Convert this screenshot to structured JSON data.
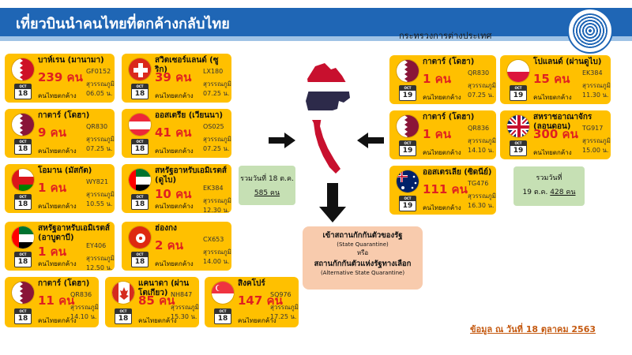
{
  "header": {
    "title": "เที่ยวบินนำคนไทยที่ตกค้างกลับไทย",
    "ministry": "กระทรวงการต่างประเทศ"
  },
  "calendar": {
    "month": "OCT"
  },
  "label_people": "คนไทยตกค้าง",
  "cards": [
    {
      "country": "บาห์เรน (มานามา)",
      "count": "239 คน",
      "flight": "GF0152",
      "airport": "สุวรรณภูมิ",
      "time": "06.05 น.",
      "day": "18",
      "flag": "bahrain-flag"
    },
    {
      "country": "สวิตเซอร์แลนด์ (ซูริก)",
      "count": "39 คน",
      "flight": "LX180",
      "airport": "สุวรรณภูมิ",
      "time": "07.25 น.",
      "day": "18",
      "flag": "switzerland-flag"
    },
    {
      "country": "กาตาร์ (โดฮา)",
      "count": "9 คน",
      "flight": "QR830",
      "airport": "สุวรรณภูมิ",
      "time": "07.25 น.",
      "day": "18",
      "flag": "qatar-flag"
    },
    {
      "country": "ออสเตรีย (เวียนนา)",
      "count": "41 คน",
      "flight": "OS025",
      "airport": "สุวรรณภูมิ",
      "time": "07.25 น.",
      "day": "18",
      "flag": "austria-flag"
    },
    {
      "country": "โอมาน (มัสกัต)",
      "count": "1 คน",
      "flight": "WY821",
      "airport": "สุวรรณภูมิ",
      "time": "10.55 น.",
      "day": "18",
      "flag": "oman-flag"
    },
    {
      "country": "สหรัฐอาหรับเอมิเรตส์ (ดูไบ)",
      "count": "10 คน",
      "flight": "EK384",
      "airport": "สุวรรณภูมิ",
      "time": "12.30 น.",
      "day": "18",
      "flag": "uae-flag"
    },
    {
      "country": "สหรัฐอาหรับเอมิเรตส์ (อาบูดาบี)",
      "count": "1 คน",
      "flight": "EY406",
      "airport": "สุวรรณภูมิ",
      "time": "12.50 น.",
      "day": "18",
      "flag": "uae-flag"
    },
    {
      "country": "ฮ่องกง",
      "count": "2 คน",
      "flight": "CX653",
      "airport": "สุวรรณภูมิ",
      "time": "14.00 น.",
      "day": "18",
      "flag": "hongkong-flag"
    },
    {
      "country": "กาตาร์ (โดฮา)",
      "count": "11 คน",
      "flight": "QR836",
      "airport": "สุวรรณภูมิ",
      "time": "14.10 น.",
      "day": "18",
      "flag": "qatar-flag"
    },
    {
      "country": "แคนาดา (ผ่านโตเกียว)",
      "count": "85 คน",
      "flight": "NH847",
      "airport": "สุวรรณภูมิ",
      "time": "15.30 น.",
      "day": "18",
      "flag": "canada-flag"
    },
    {
      "country": "สิงคโปร์",
      "count": "147 คน",
      "flight": "SQ976",
      "airport": "สุวรรณภูมิ",
      "time": "17.25 น.",
      "day": "18",
      "flag": "singapore-flag"
    },
    {
      "country": "กาตาร์ (โดฮา)",
      "count": "1 คน",
      "flight": "QR830",
      "airport": "สุวรรณภูมิ",
      "time": "07.25 น.",
      "day": "19",
      "flag": "qatar-flag"
    },
    {
      "country": "โปแลนด์ (ผ่านดูไบ)",
      "count": "15 คน",
      "flight": "EK384",
      "airport": "สุวรรณภูมิ",
      "time": "11.30 น.",
      "day": "19",
      "flag": "poland-flag"
    },
    {
      "country": "กาตาร์ (โดฮา)",
      "count": "1 คน",
      "flight": "QR836",
      "airport": "สุวรรณภูมิ",
      "time": "14.10 น.",
      "day": "19",
      "flag": "qatar-flag"
    },
    {
      "country": "สหราชอาณาจักร (ลอนดอน)",
      "count": "300 คน",
      "flight": "TG917",
      "airport": "สุวรรณภูมิ",
      "time": "15.00 น.",
      "day": "19",
      "flag": "uk-flag"
    },
    {
      "country": "ออสเตรเลีย (ซิดนีย์)",
      "count": "111 คน",
      "flight": "TG476",
      "airport": "สุวรรณภูมิ",
      "time": "16.30 น.",
      "day": "19",
      "flag": "australia-flag"
    }
  ],
  "totals": {
    "day18": {
      "line1": "รวมวันที่ 18 ต.ค.",
      "line2": "585 คน"
    },
    "day19_line1": "รวมวันที่",
    "day19_line2_prefix": "19 ต.ค.",
    "day19_line2_count": "428 คน"
  },
  "quarantine": {
    "line1": "เข้าสถานกักกันตัวของรัฐ",
    "line2": "(State Quarantine)",
    "line3": "หรือ",
    "line4": "สถานกักกันตัวแห่งรัฐทางเลือก",
    "line5": "(Alternative State Quarantine)"
  },
  "footer": "ข้อมูล ณ วันที่ 18 ตุลาคม 2563",
  "colors": {
    "header": "#1f66b5",
    "card": "#ffc000",
    "count": "#e02020",
    "total_box": "#c6e0b4",
    "quarantine_box": "#f8cbad",
    "footer": "#c55a11"
  }
}
